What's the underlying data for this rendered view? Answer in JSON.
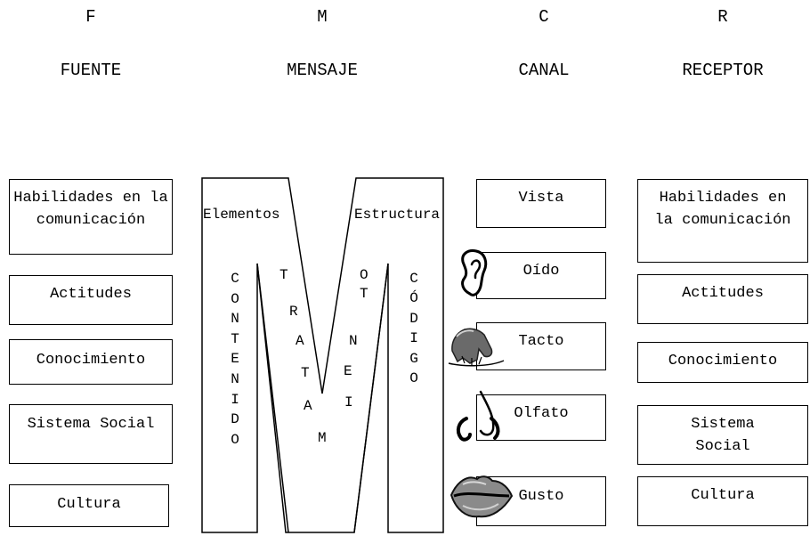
{
  "headers": [
    {
      "letter": "F",
      "word": "FUENTE"
    },
    {
      "letter": "M",
      "word": "MENSAJE"
    },
    {
      "letter": "C",
      "word": "CANAL"
    },
    {
      "letter": "R",
      "word": "RECEPTOR"
    }
  ],
  "fuente": [
    "Habilidades en la comunicación",
    "Actitudes",
    "Conocimiento",
    "Sistema Social",
    "Cultura"
  ],
  "mensaje": {
    "elementos": "Elementos",
    "estructura": "Estructura",
    "contenido": [
      "C",
      "O",
      "N",
      "T",
      "E",
      "N",
      "I",
      "D",
      "O"
    ],
    "tratamiento": [
      "T",
      "R",
      "A",
      "T",
      "A",
      "M",
      "I",
      "E",
      "N",
      "T",
      "O"
    ],
    "codigo": [
      "C",
      "Ó",
      "D",
      "I",
      "G",
      "O"
    ]
  },
  "canal": [
    {
      "label": "Vista",
      "icon": "eye-icon"
    },
    {
      "label": "Oído",
      "icon": "ear-icon"
    },
    {
      "label": "Tacto",
      "icon": "hand-icon"
    },
    {
      "label": "Olfato",
      "icon": "nose-icon"
    },
    {
      "label": "Gusto",
      "icon": "lips-icon"
    }
  ],
  "receptor": [
    "Habilidades en la comunicación",
    "Actitudes",
    "Conocimiento",
    "Sistema Social",
    "Cultura"
  ]
}
